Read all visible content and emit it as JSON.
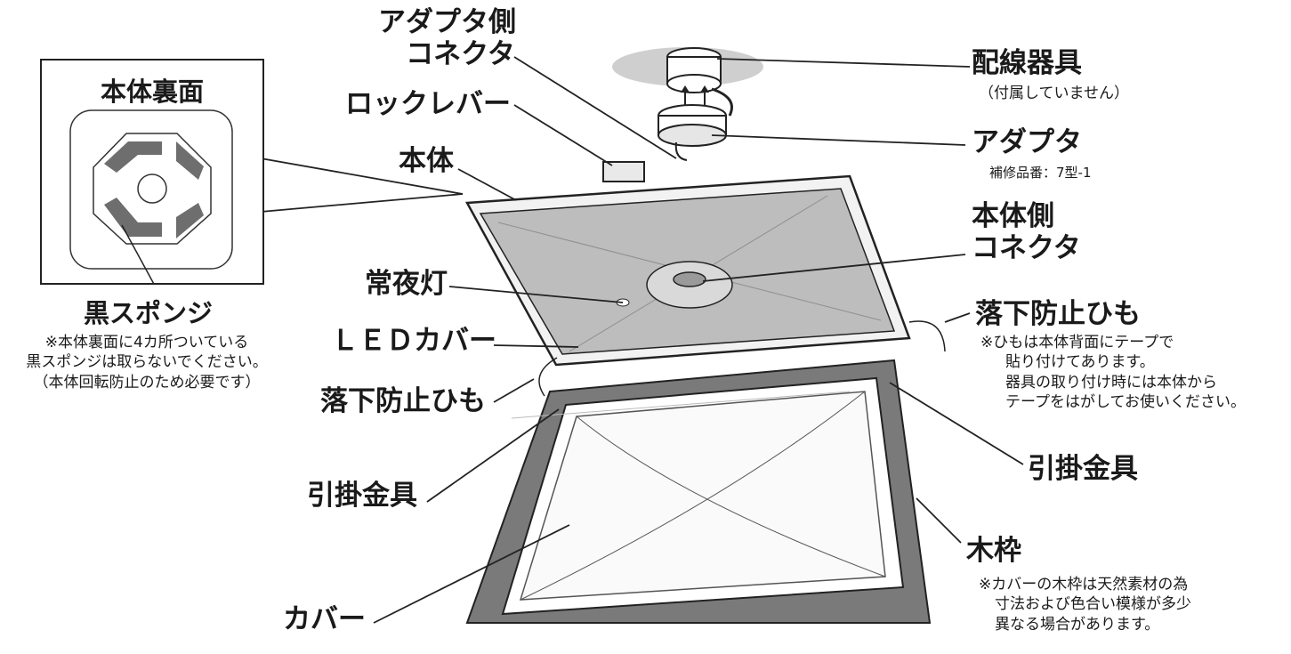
{
  "inset": {
    "title": "本体裏面",
    "sponge_label": "黒スポンジ",
    "sponge_note": [
      "※本体裏面に4カ所ついている",
      "黒スポンジは取らないでください。",
      "（本体回転防止のため必要です）"
    ]
  },
  "labels": {
    "adapter_connector": [
      "アダプタ側",
      "コネクタ"
    ],
    "lock_lever": "ロックレバー",
    "body": "本体",
    "night_light": "常夜灯",
    "led_cover": "ＬＥＤカバー",
    "fall_string_left": "落下防止ひも",
    "hook_left": "引掛金具",
    "cover": "カバー",
    "wiring_device": "配線器具",
    "wiring_note": "（付属していません）",
    "adapter": "アダプタ",
    "adapter_part": "補修品番：7型-1",
    "body_connector": [
      "本体側",
      "コネクタ"
    ],
    "fall_string_right": "落下防止ひも",
    "fall_string_note": [
      "※ひもは本体背面にテープで",
      "貼り付けてあります。",
      "器具の取り付け時には本体から",
      "テープをはがしてお使いください。"
    ],
    "hook_right": "引掛金具",
    "wood_frame": "木枠",
    "wood_note": [
      "※カバーの木枠は天然素材の為",
      "寸法および色合い模様が多少",
      "異なる場合があります。"
    ]
  },
  "colors": {
    "body_fill": "#bdbdbd",
    "frame_fill": "#7a7a7a",
    "sponge_fill": "#6e6e6e",
    "ceiling_fill": "#cfcfcf",
    "line": "#222222"
  }
}
